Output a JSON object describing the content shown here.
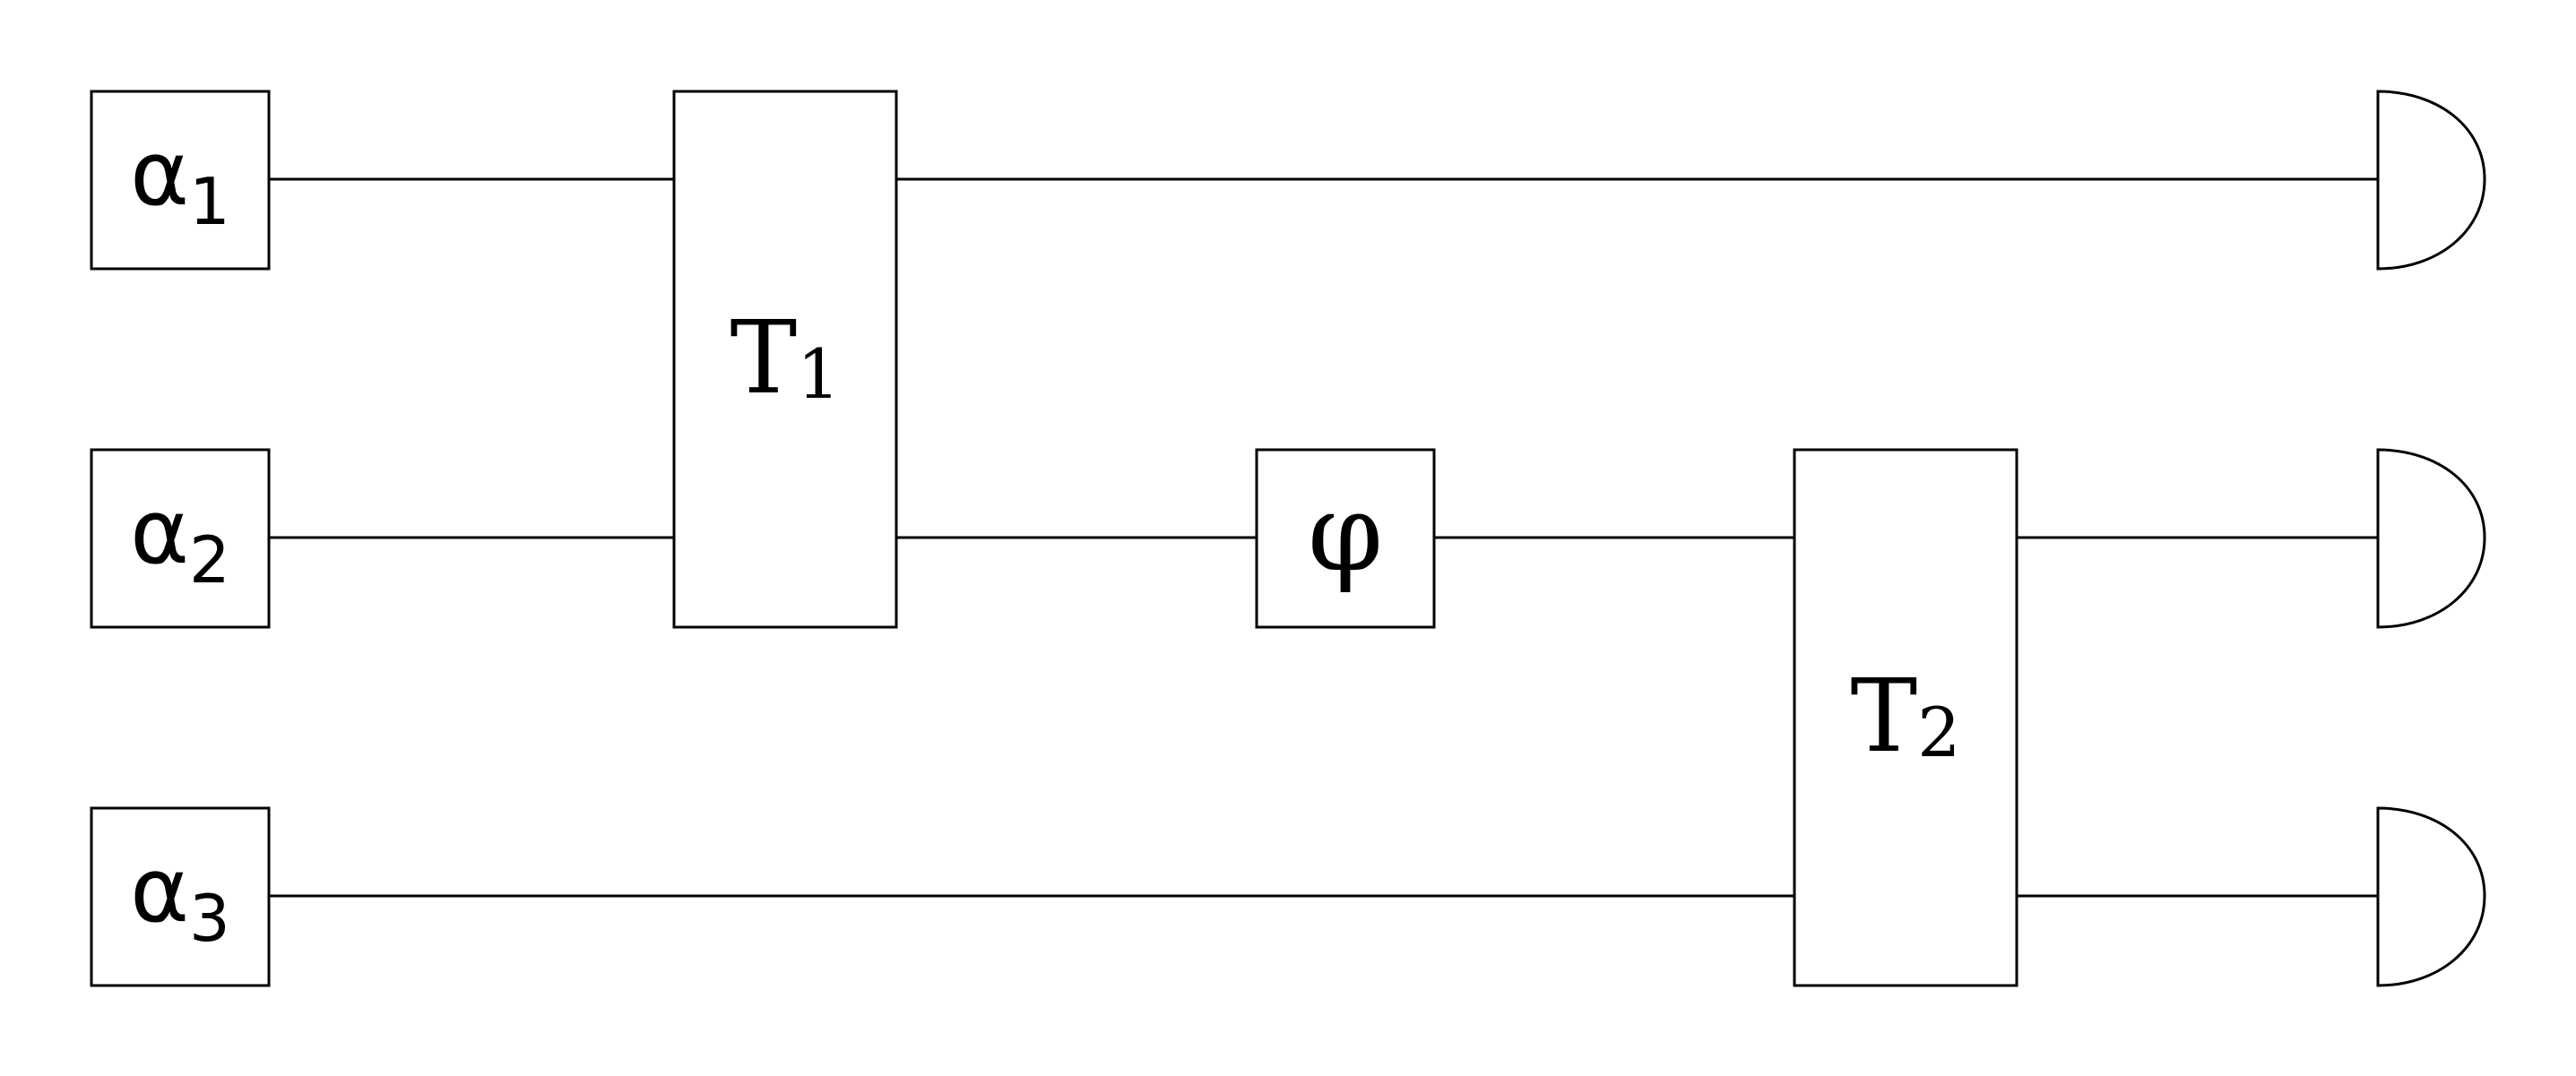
{
  "diagram": {
    "inputs": [
      {
        "symbol": "α",
        "sub": "1"
      },
      {
        "symbol": "α",
        "sub": "2"
      },
      {
        "symbol": "α",
        "sub": "3"
      }
    ],
    "gates": {
      "t1": {
        "symbol": "T",
        "sub": "1"
      },
      "phase": {
        "symbol": "φ"
      },
      "t2": {
        "symbol": "T",
        "sub": "2"
      }
    },
    "detectors": [
      "detector",
      "detector",
      "detector"
    ]
  },
  "colors": {
    "stroke": "#000000",
    "background": "#ffffff"
  }
}
